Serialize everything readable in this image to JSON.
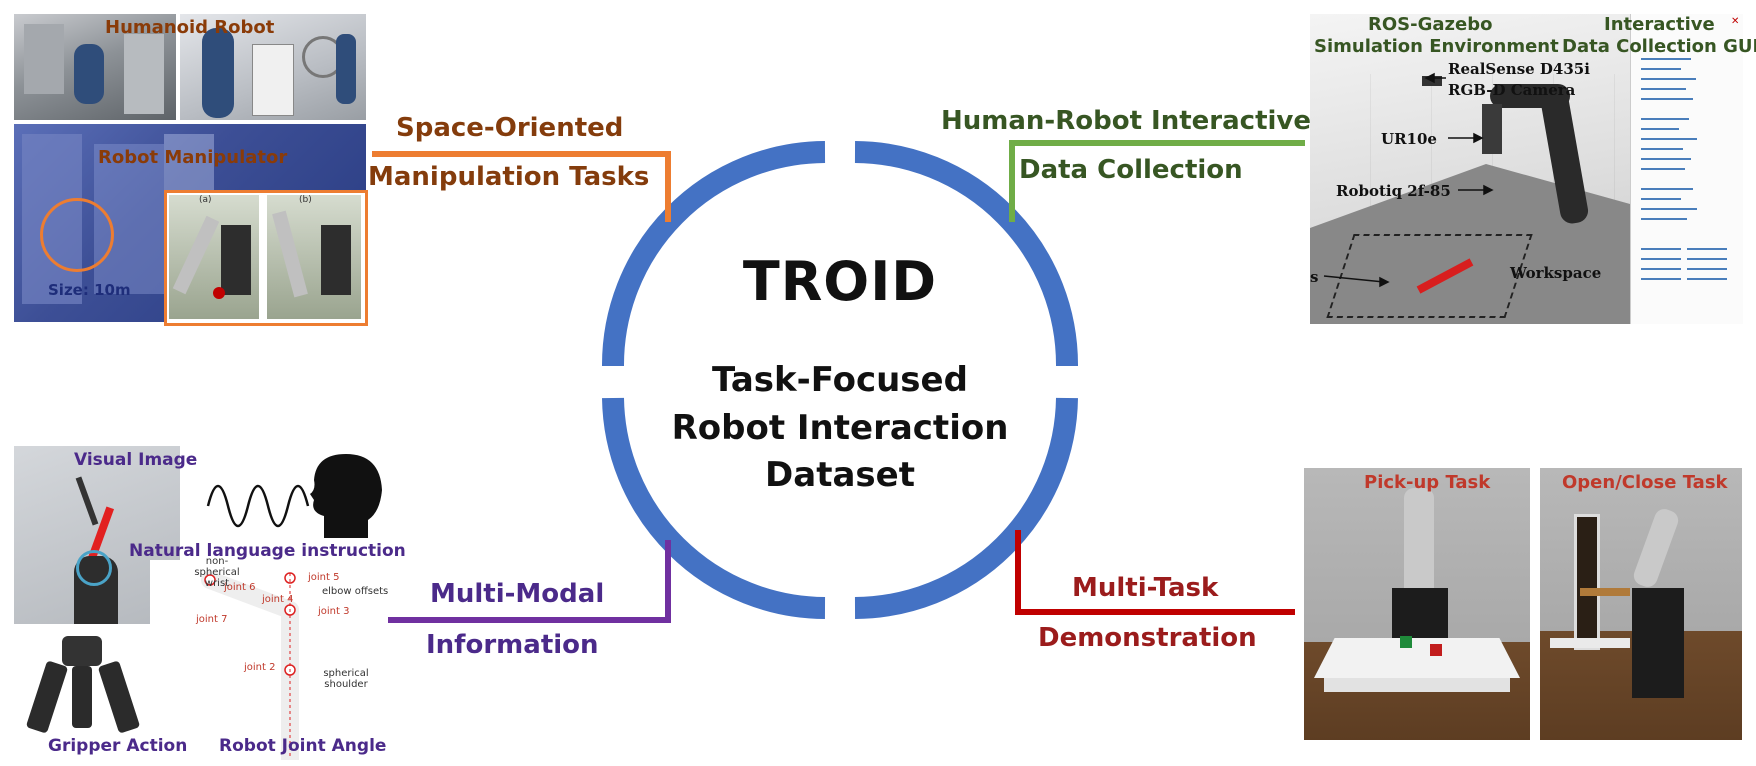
{
  "center": {
    "title": "TROID",
    "subtitle_line1": "Task-Focused",
    "subtitle_line2": "Robot Interaction",
    "subtitle_line3": "Dataset"
  },
  "branches": {
    "space": {
      "line1": "Space-Oriented",
      "line2": "Manipulation Tasks",
      "color": "#ed7d31",
      "text_color": "#843c0c"
    },
    "hri": {
      "line1": "Human-Robot Interactive",
      "line2": "Data Collection",
      "color": "#70ad47",
      "text_color": "#375623"
    },
    "multimodal": {
      "line1": "Multi-Modal",
      "line2": "Information",
      "color": "#7030a0",
      "text_color": "#4b2a8a"
    },
    "multitask": {
      "line1": "Multi-Task",
      "line2": "Demonstration",
      "color": "#c00000",
      "text_color": "#9b1c1c"
    }
  },
  "ring_color": "#4472c4",
  "space_panel": {
    "humanoid_label": "Humanoid Robot",
    "manipulator_label": "Robot Manipulator",
    "size_label": "Size: 10m",
    "sub_a": "(a)",
    "sub_b": "(b)"
  },
  "hri_panel": {
    "sim_label_1": "ROS-Gazebo",
    "sim_label_2": "Simulation Environment",
    "gui_label_1": "Interactive",
    "gui_label_2": "Data Collection GUI",
    "camera_1": "RealSense D435i",
    "camera_2": "RGB-D Camera",
    "arm": "UR10e",
    "gripper": "Robotiq 2f-85",
    "workspace": "Workspace",
    "tools": "s"
  },
  "mm_panel": {
    "visual": "Visual Image",
    "language": "Natural language instruction",
    "gripper": "Gripper Action",
    "joint": "Robot Joint Angle",
    "j5": "joint 5",
    "j6": "joint 6",
    "j4": "joint 4",
    "j3": "joint 3",
    "j7": "joint 7",
    "j2": "joint 2",
    "elbow": "elbow offsets",
    "wrist": "non-spherical wrist",
    "shoulder": "spherical shoulder"
  },
  "task_panel": {
    "pickup": "Pick-up Task",
    "openclose": "Open/Close Task"
  }
}
